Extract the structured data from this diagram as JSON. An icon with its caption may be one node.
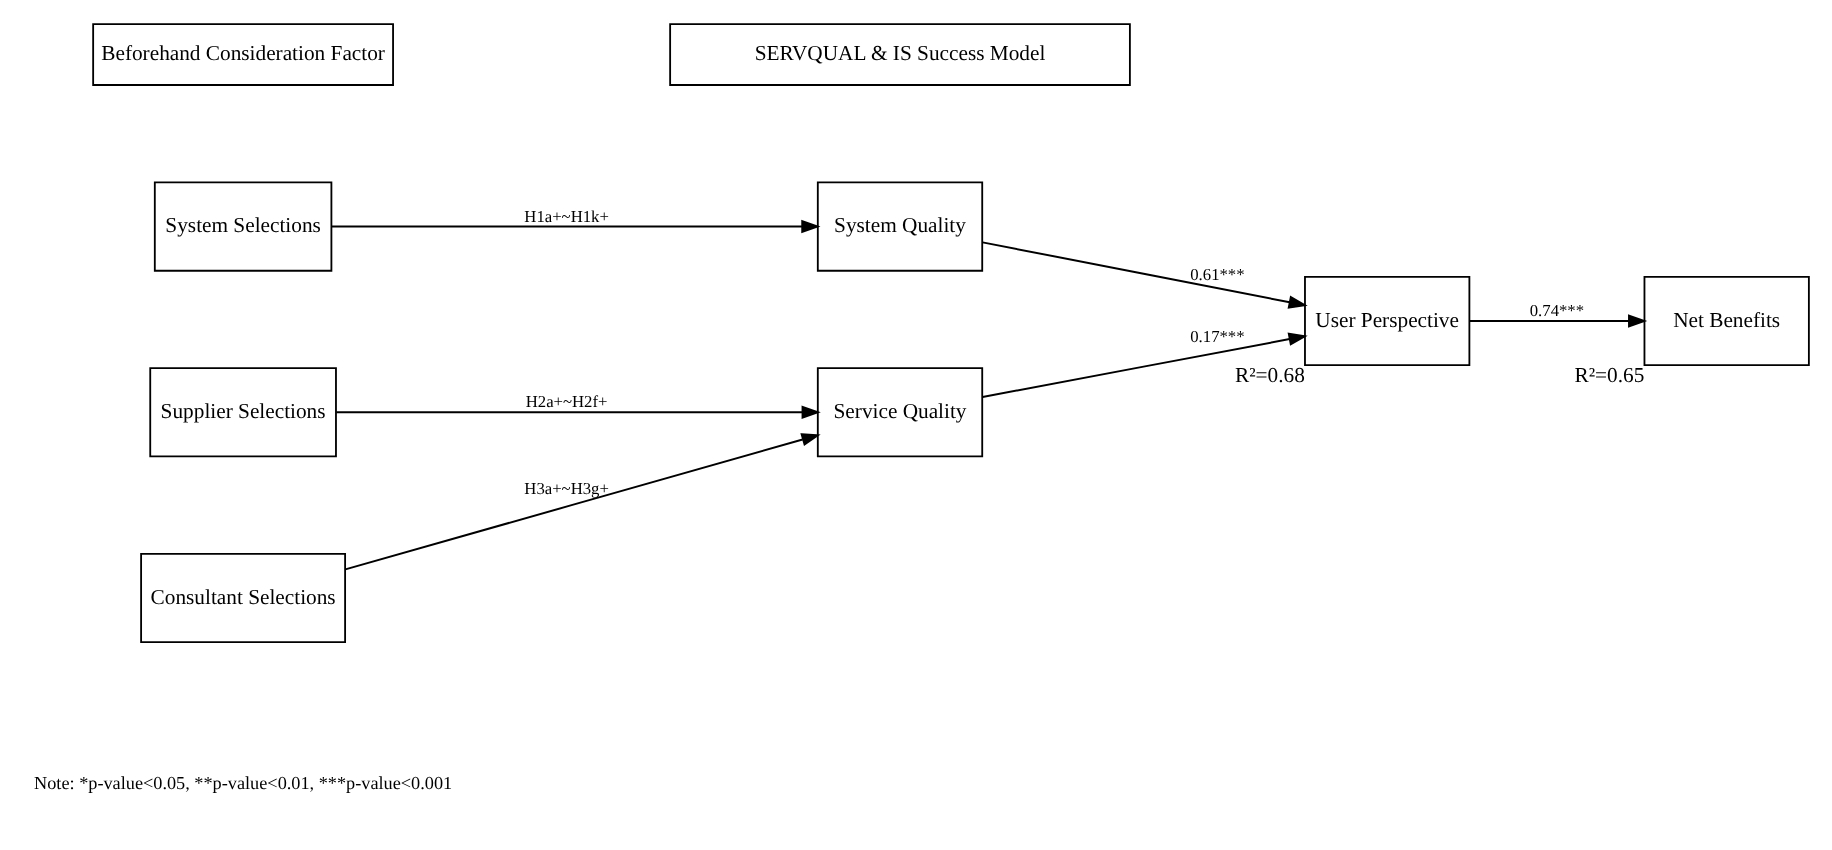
{
  "diagram": {
    "nodes": [
      {
        "text": [
          "Beforehand Consideration Factor"
        ]
      },
      {
        "text": [
          "SERVQUAL & IS Success Model"
        ]
      },
      {
        "text": [
          "System Selections"
        ]
      },
      {
        "text": [
          "Supplier Selections"
        ]
      },
      {
        "text": [
          "Consultant Selections"
        ]
      },
      {
        "text": [
          "System Quality"
        ]
      },
      {
        "text": [
          "Service Quality"
        ]
      },
      {
        "text": [
          "User Perspective"
        ],
        "beside": [
          "R²=0.68"
        ]
      },
      {
        "text": [
          "Net Benefits"
        ],
        "beside": [
          "R²=0.65"
        ]
      }
    ],
    "edges": [
      {
        "from": 2,
        "to": 5,
        "arrow": "to",
        "label": "H1a+~H1k+"
      },
      {
        "from": 3,
        "to": 6,
        "arrow": "to",
        "label": "H2a+~H2f+"
      },
      {
        "from": 4,
        "to": 6,
        "arrow": "to",
        "label": "H3a+~H3g+"
      },
      {
        "from": 5,
        "to": 7,
        "arrow": "to",
        "label": "0.61***"
      },
      {
        "from": 6,
        "to": 7,
        "arrow": "to",
        "label": "0.17***"
      },
      {
        "from": 7,
        "to": 8,
        "arrow": "to",
        "label": "0.74***"
      }
    ],
    "labels": [
      "Note: *p-value<0.05, **p-value<0.01, ***p-value<0.001"
    ]
  }
}
